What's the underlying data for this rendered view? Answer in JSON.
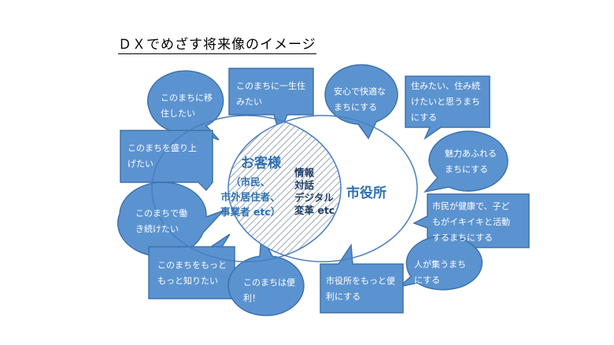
{
  "title": "ＤＸでめざす将来像のイメージ",
  "left_circle": {
    "label": "お客様",
    "sub": "（市民、\n市外居住者、\n事業者 etc）"
  },
  "right_circle": {
    "label": "市役所"
  },
  "overlap": {
    "text": "情報\n対話\nデジタル\n変革 etc"
  },
  "bubbles_left": [
    "このまちに移\n住したい",
    "このまちに一生住\nみたい",
    "このまちを盛り上\nげたい",
    "このまちで働\nき続けたい",
    "このまちをもっと\nもっと知りたい",
    "このまちは便\n利！"
  ],
  "bubbles_right": [
    "安心で快適な\nまちにする",
    "住みたい、住み続\nけたいと思うまち\nにする",
    "魅力あふれる\nまちにする",
    "市民が健康で、子ど\nもがイキイキと活動\nするまちにする",
    "人が集うまち\nにする",
    "市役所をもっと便\n利にする"
  ],
  "colors": {
    "bubble": "#5b93d0",
    "bubble_border": "#3f72ad",
    "label": "#2e6fb2",
    "circle_line": "#4a7ebf"
  }
}
